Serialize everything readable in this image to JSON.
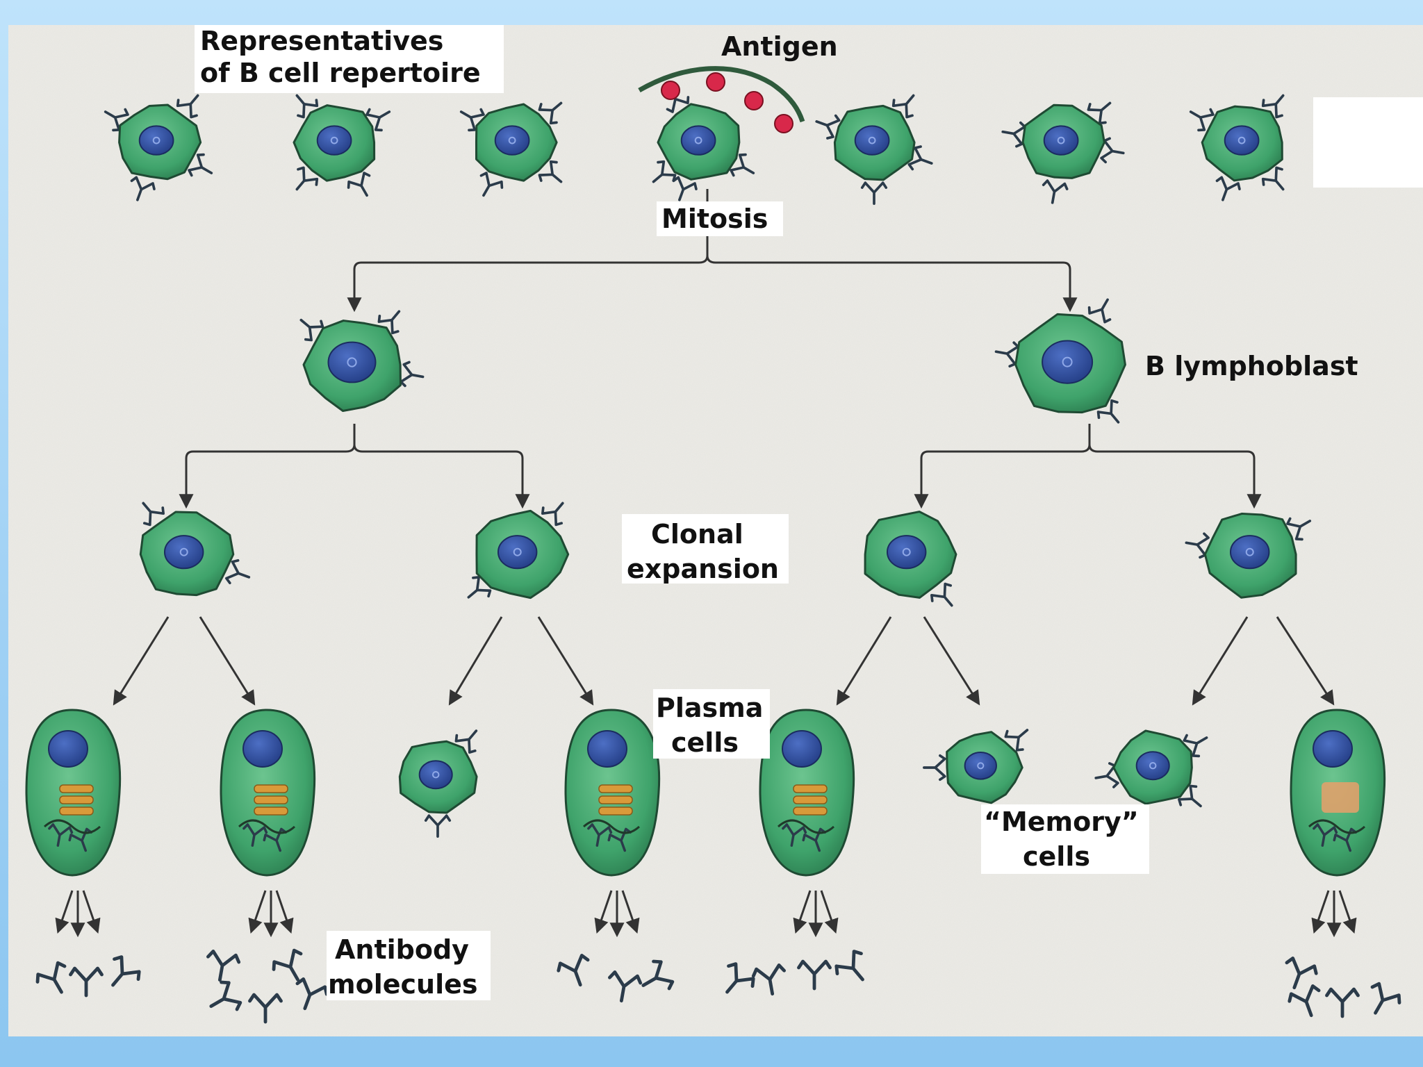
{
  "labels": {
    "repertoire_line1": "Representatives",
    "repertoire_line2": "of B cell repertoire",
    "antigen": "Antigen",
    "mitosis": "Mitosis",
    "b_lymphoblast": "B lymphoblast",
    "clonal_line1": "Clonal",
    "clonal_line2": "expansion",
    "plasma_line1": "Plasma",
    "plasma_line2": "cells",
    "memory_line1": "“Memory”",
    "memory_line2": "cells",
    "antibody_line1": "Antibody",
    "antibody_line2": "molecules"
  },
  "colors": {
    "cell_fill": "#3fa36b",
    "cell_stroke": "#1f4a33",
    "nucleus": "#2f4f9c",
    "antigen_bead": "#d8284a",
    "rough_er": "#d99a3a",
    "panel_bg": "#ecebe6",
    "border_blue": "#9fd0f4"
  },
  "icons": {
    "antibody": "y-shaped-antibody-icon",
    "antigen": "red-bead-chain-icon"
  }
}
